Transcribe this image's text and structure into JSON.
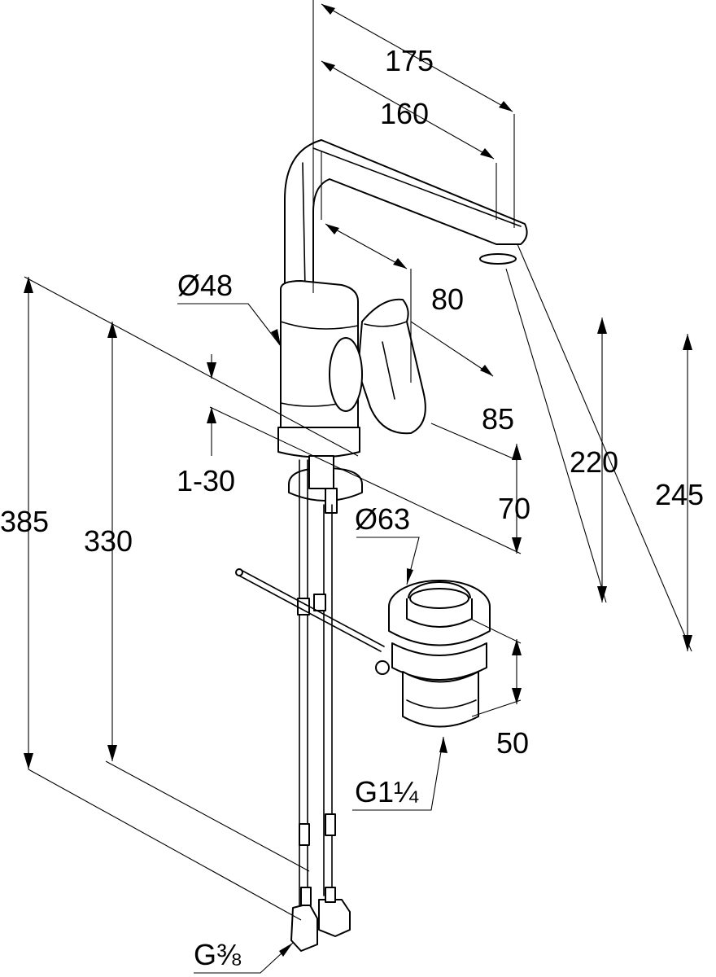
{
  "dimensions": {
    "d175": "175",
    "d160": "160",
    "d48": "Ø48",
    "d80": "80",
    "d85": "85",
    "d220": "220",
    "d245": "245",
    "d1_30": "1-30",
    "d70": "70",
    "d63": "Ø63",
    "d385": "385",
    "d330": "330",
    "d50": "50",
    "g114": "G1¼",
    "g38": "G⅜"
  },
  "colors": {
    "line": "#000000",
    "background": "#ffffff"
  }
}
